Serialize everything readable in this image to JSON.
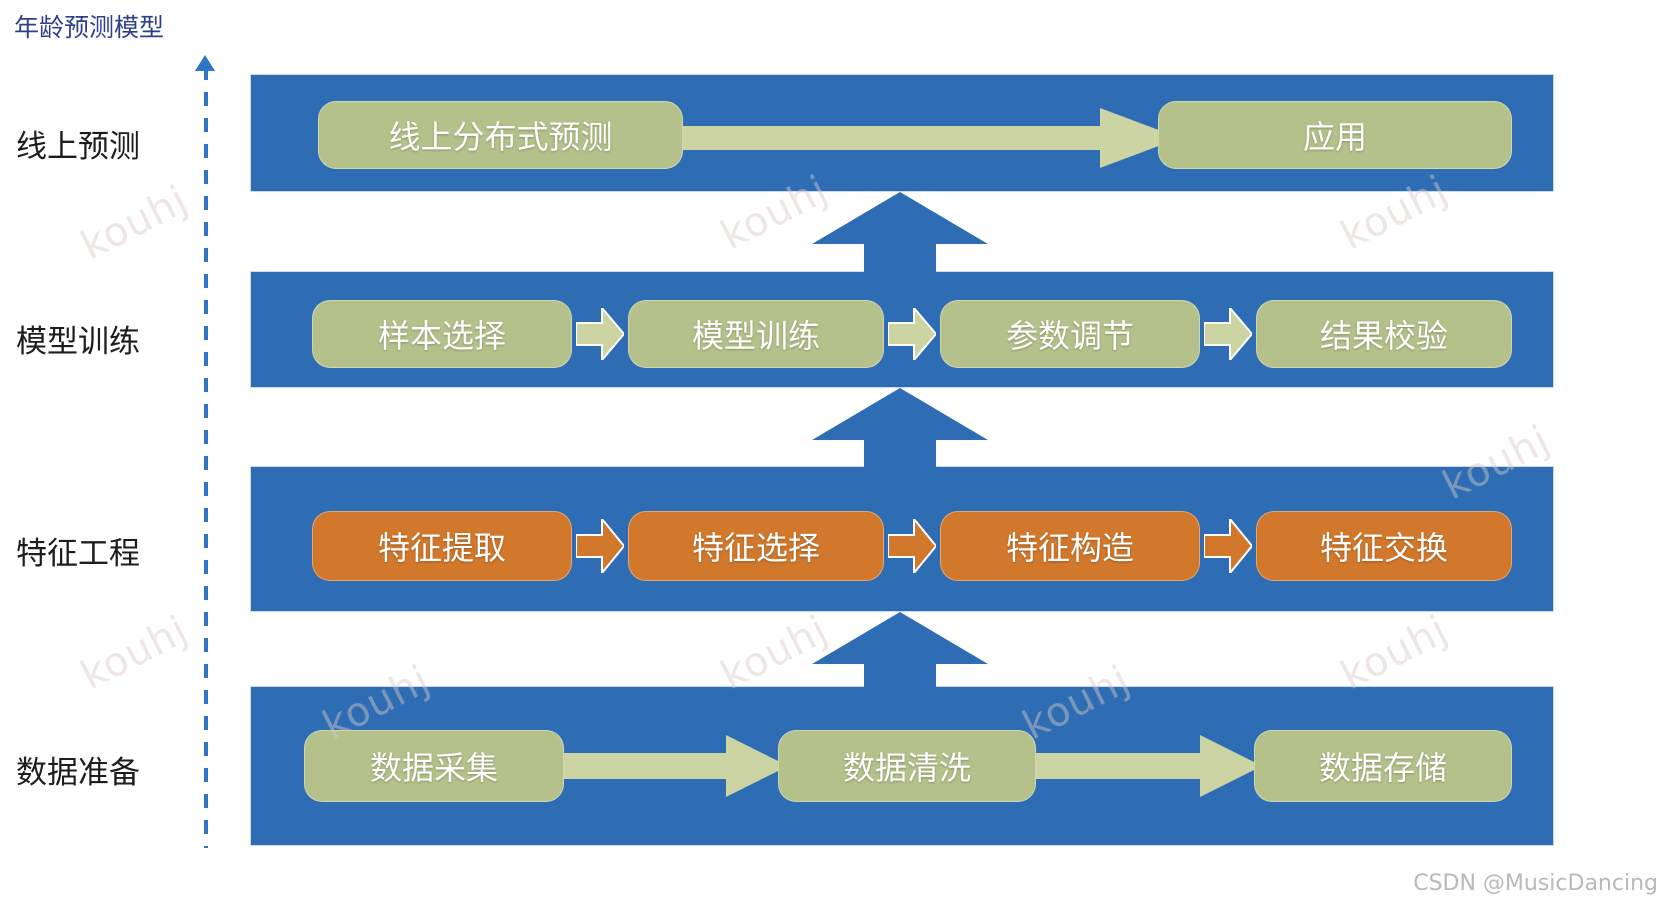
{
  "diagram": {
    "title": "年龄预测模型",
    "title_color": "#2f3f8f",
    "credit": "CSDN @MusicDancing",
    "watermark_text": "kouhj",
    "colors": {
      "band_blue": "#2e6db4",
      "node_green": "#b5c18a",
      "node_orange": "#d1782c",
      "arrow_green": "#ccd4a4",
      "arrow_blue": "#2e6db4",
      "axis_blue": "#2e75c6",
      "label_text": "#1d1d1d",
      "node_text": "#ffffff"
    },
    "axis": {
      "name": "vertical-timeline-axis",
      "style": "dashed",
      "direction": "upward"
    },
    "rows": [
      {
        "label": "线上预测",
        "node_color": "green",
        "arrow_style": "long",
        "nodes": [
          {
            "label": "线上分布式预测"
          },
          {
            "label": "应用"
          }
        ]
      },
      {
        "label": "模型训练",
        "node_color": "green",
        "arrow_style": "chevron",
        "nodes": [
          {
            "label": "样本选择"
          },
          {
            "label": "模型训练"
          },
          {
            "label": "参数调节"
          },
          {
            "label": "结果校验"
          }
        ]
      },
      {
        "label": "特征工程",
        "node_color": "orange",
        "arrow_style": "chevron",
        "nodes": [
          {
            "label": "特征提取"
          },
          {
            "label": "特征选择"
          },
          {
            "label": "特征构造"
          },
          {
            "label": "特征交换"
          }
        ]
      },
      {
        "label": "数据准备",
        "node_color": "green",
        "arrow_style": "long",
        "nodes": [
          {
            "label": "数据采集"
          },
          {
            "label": "数据清洗"
          },
          {
            "label": "数据存储"
          }
        ]
      }
    ],
    "flow_arrows": [
      {
        "name": "up-arrow-feature-to-training",
        "direction": "up"
      },
      {
        "name": "up-arrow-training-to-online",
        "direction": "up"
      },
      {
        "name": "up-arrow-data-to-feature",
        "direction": "up"
      }
    ]
  }
}
